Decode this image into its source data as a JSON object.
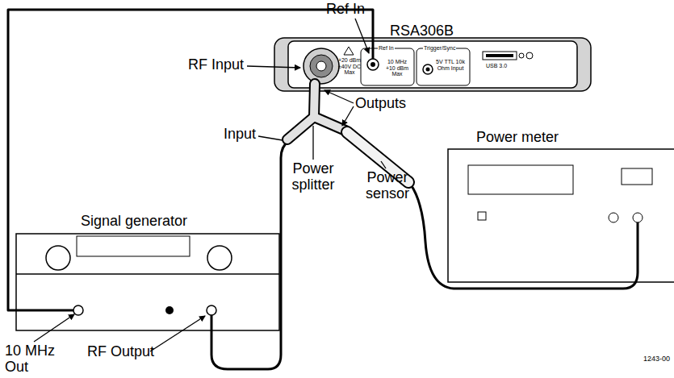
{
  "diagram": {
    "nodes": [
      {
        "text": [
          "RSA306B"
        ]
      },
      {
        "text": [
          "Power meter"
        ]
      },
      {
        "text": [
          "Signal generator"
        ]
      }
    ],
    "edges": [
      {
        "from": 2,
        "to": 0,
        "arrow": "none"
      }
    ],
    "labels": [
      "Ref In",
      "RF Input",
      "Input",
      "Outputs",
      "Power splitter",
      "Power sensor",
      "10 MHz Out",
      "RF Output",
      "1243-00",
      "+20 dBm ±40V DC Max",
      "Ref In",
      "10 MHz +10 dBm Max",
      "Trigger/Sync",
      "5V TTL 10k Ohm Input",
      "USB 3.0"
    ]
  }
}
